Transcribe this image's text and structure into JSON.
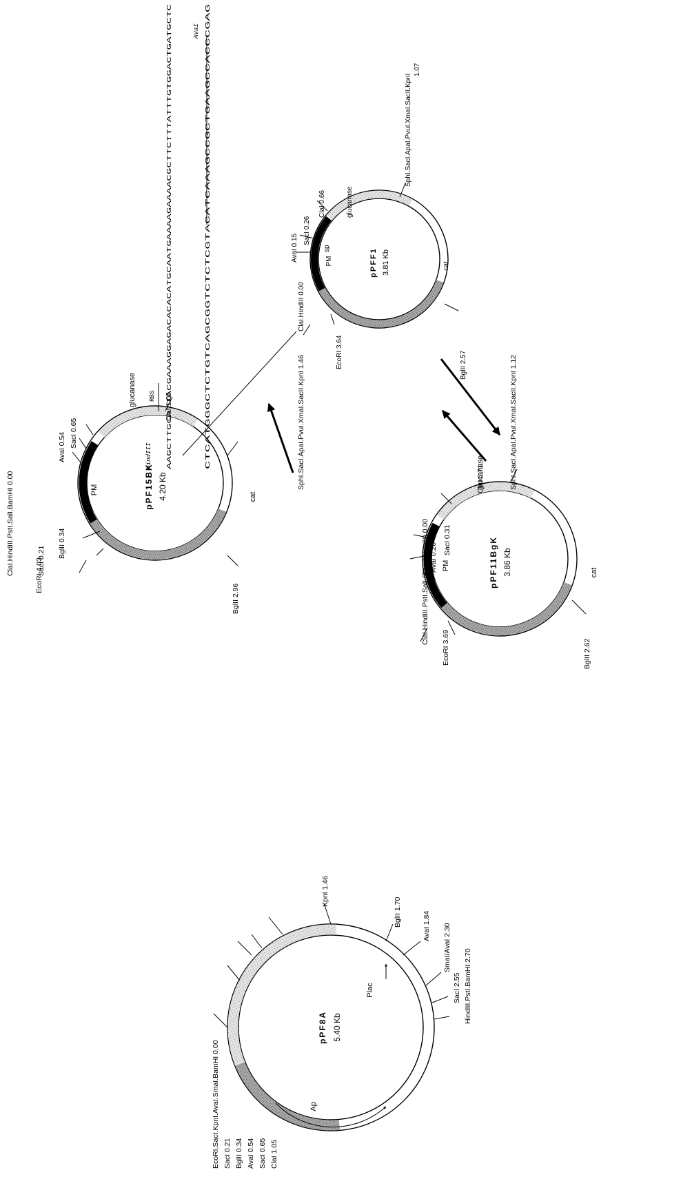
{
  "colors": {
    "ink": "#000000",
    "shade_dark": "#9a9a9a",
    "shade_light": "#d6d6d6",
    "paper": "#ffffff"
  },
  "plasmids": [
    {
      "id": "pPF8A",
      "name": "pPF8A",
      "size": "5.40 Kb",
      "features": {
        "p1": "Plac",
        "p2": "Ap"
      },
      "sites": [
        {
          "id": "s0",
          "text": "EcoRI.SacI.KpnI.AvaI.SmaI.BamHI 0.00"
        },
        {
          "id": "s1",
          "text": "SacI 0.21"
        },
        {
          "id": "s2",
          "text": "BglII 0.34"
        },
        {
          "id": "s3",
          "text": "AvaI  0.54"
        },
        {
          "id": "s4",
          "text": "SacI 0.65"
        },
        {
          "id": "s5",
          "text": "ClaI 1.05"
        },
        {
          "id": "s6",
          "text": "KpnI 1.46"
        },
        {
          "id": "s7",
          "text": "BglII 1.70"
        },
        {
          "id": "s8",
          "text": "AvaI 1.84"
        },
        {
          "id": "s9",
          "text": "SmaI/AvaI  2.30"
        },
        {
          "id": "s10",
          "text": "SacI 2.55"
        },
        {
          "id": "s11",
          "text": "HindIII.PstI.BamHI 2.70"
        }
      ]
    },
    {
      "id": "pPF15BK",
      "name": "pPF15BK",
      "size": "4.20 Kb",
      "features": {
        "p1": "PM",
        "p2": "cat",
        "p3": "glucanase"
      },
      "sites": [
        {
          "id": "s0",
          "text": "ClaI.HindIII.PstI.SalI.BamHI 0.00"
        },
        {
          "id": "s1",
          "text": "SacI 0.21"
        },
        {
          "id": "s2",
          "text": "BglII 0.34"
        },
        {
          "id": "s3",
          "text": "AvaI  0.54"
        },
        {
          "id": "s4",
          "text": "SacI 0.65"
        },
        {
          "id": "s5",
          "text": "ClaI 1.05"
        },
        {
          "id": "s6",
          "text": "SphI.SacI.ApaI.PvuI.XmaI.SacII.KpnI 1.46"
        },
        {
          "id": "s7",
          "text": "BglII 2.96"
        },
        {
          "id": "s8",
          "text": "EcoRI 4.03"
        }
      ]
    },
    {
      "id": "pPF11BgK",
      "name": "pPF11BgK",
      "size": "3.86 Kb",
      "features": {
        "p1": "PM",
        "p2": "cat",
        "p3": "glucanase"
      },
      "sites": [
        {
          "id": "s0",
          "text": "ClaI.HindIII.PstI.SalI.(BamHI/BglII)  0.00"
        },
        {
          "id": "s1",
          "text": "AvaI 0.20"
        },
        {
          "id": "s2",
          "text": "SacI 0.31"
        },
        {
          "id": "s3",
          "text": "ClaI 0.71"
        },
        {
          "id": "s4",
          "text": "SphI.SacI.ApaI.PvuI.XmaI.SacII.KpnI 1.12"
        },
        {
          "id": "s5",
          "text": "BglII 2.62"
        },
        {
          "id": "s6",
          "text": "EcoRI 3.69"
        }
      ]
    },
    {
      "id": "pPFF1",
      "name": "pPFF1",
      "size": "3.81 Kb",
      "features": {
        "p1": "PM",
        "p2": "cat",
        "p3": "glucanase",
        "p4": "sp"
      },
      "sites": [
        {
          "id": "s0",
          "text": "ClaI.HindIII 0.00"
        },
        {
          "id": "s1",
          "text": "AvaI  0.15"
        },
        {
          "id": "s2",
          "text": "SacI 0.26"
        },
        {
          "id": "s3",
          "text": "ClaI 0.66"
        },
        {
          "id": "s4",
          "text": "SphI.SacI.ApaI.PvuI.XmaI.SacII.KpnI"
        },
        {
          "id": "s5",
          "text": "1.07"
        },
        {
          "id": "s6",
          "text": "BglII 2.57"
        },
        {
          "id": "s7",
          "text": "EcoRI 3.64"
        }
      ]
    }
  ],
  "sequence": {
    "hindiii": "HindIII",
    "rbs": "RBS",
    "ava": "AvaI",
    "line1": "AAGCTTGCATTACGAAAGGAGACACACATGCAATGAAAAGAAAACGCTTCTTTATTTGTGGACTGATGCTC",
    "line2": "CTCATGGGCTCTGTCAGCGGTCTCTCGTACATCAAAGCCGCTGAAGCCACCCGAG"
  }
}
